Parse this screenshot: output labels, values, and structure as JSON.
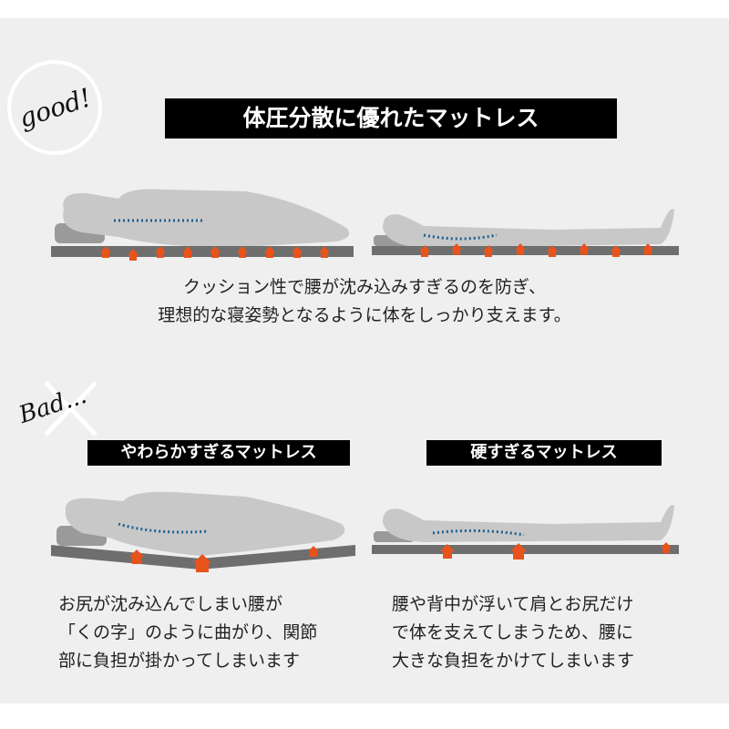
{
  "good_badge": "good!",
  "bad_badge": "Bad...",
  "good_section": {
    "title": "体圧分散に優れたマットレス",
    "caption_lines": [
      "クッション性で腰が沈み込みすぎるのを防ぎ、",
      "理想的な寝姿勢となるように体をしっかり支えます。"
    ]
  },
  "soft_section": {
    "title": "やわらかすぎるマットレス",
    "caption_lines": [
      "お尻が沈み込んでしまい腰が",
      "「くの字」のように曲がり、関節",
      "部に負担が掛かってしまいます"
    ]
  },
  "hard_section": {
    "title": "硬すぎるマットレス",
    "caption_lines": [
      "腰や背中が浮いて肩とお尻だけ",
      "で体を支えてしまうため、腰に",
      "大きな負担をかけてしまいます"
    ]
  },
  "colors": {
    "arrow": "#e8531c",
    "spine": "#1f5f8f",
    "body": "#c8c8c8",
    "mattress": "#6e6e6e",
    "pillow": "#9a9a9a",
    "background": "#efefef"
  }
}
